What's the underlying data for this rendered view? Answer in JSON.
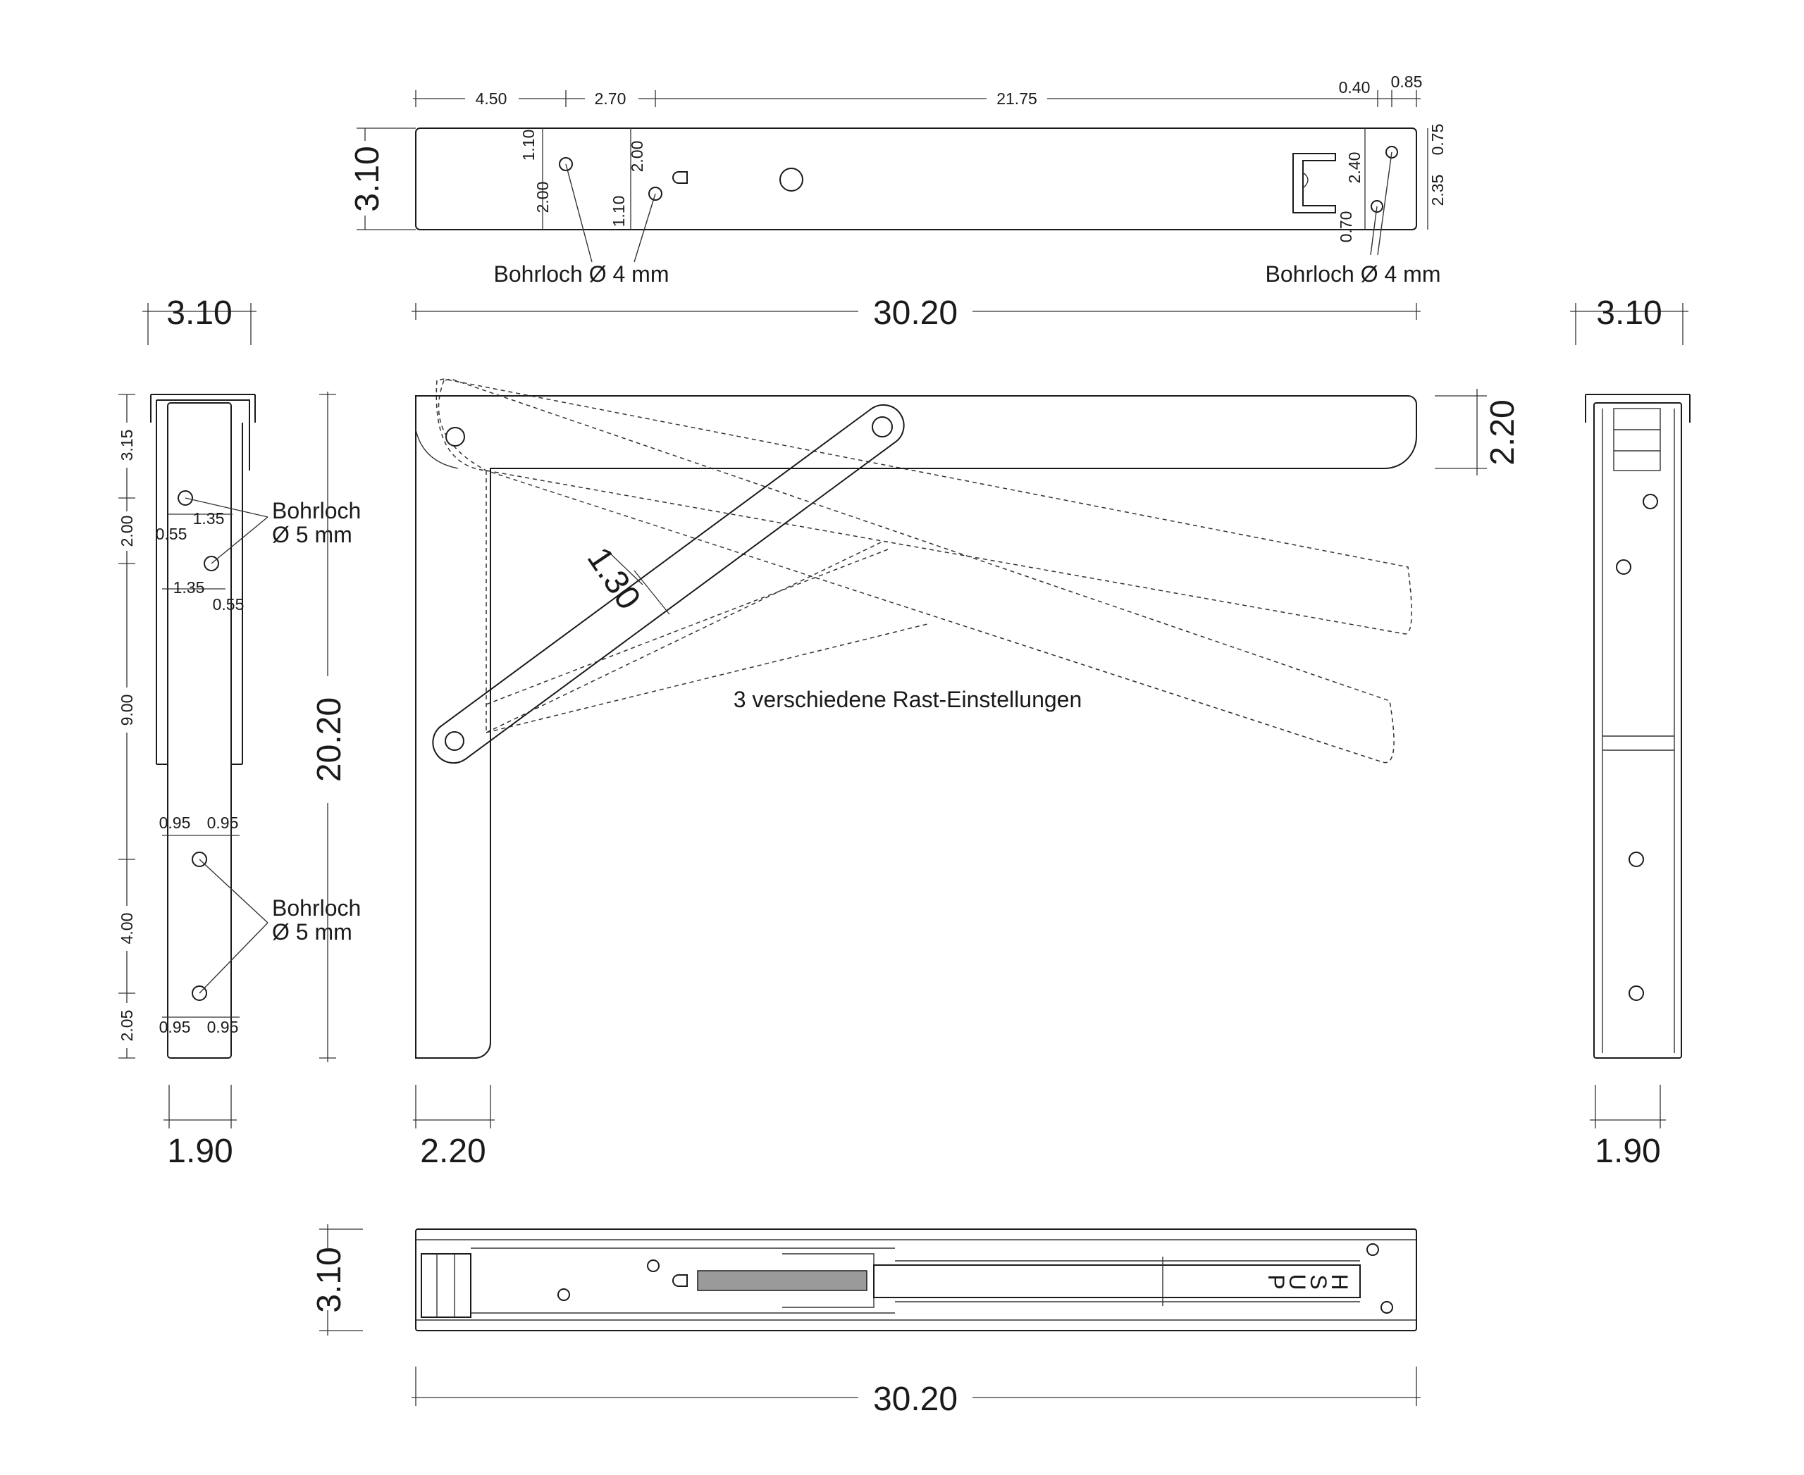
{
  "top_view": {
    "dims_top": [
      "4.50",
      "2.70",
      "21.75",
      "0.40",
      "0.85"
    ],
    "height": "3.10",
    "hole_dims_left": [
      "1.10",
      "2.00",
      "2.00",
      "1.10"
    ],
    "hole_dims_right": [
      "2.40",
      "0.70",
      "0.75",
      "2.35"
    ],
    "hole_label_left": "Bohrloch Ø 4 mm",
    "hole_label_right": "Bohrloch Ø 4 mm",
    "width": "30.20"
  },
  "left_view": {
    "width_top": "3.10",
    "width_bottom": "1.90",
    "side_dims": [
      "3.15",
      "2.00",
      "9.00",
      "4.00",
      "2.05"
    ],
    "hole_offsets_a": [
      "1.35",
      "0.55",
      "1.35",
      "0.55"
    ],
    "hole_offsets_b": [
      "0.95",
      "0.95",
      "0.95",
      "0.95"
    ],
    "hole_label_upper": [
      "Bohrloch",
      "Ø 5 mm"
    ],
    "hole_label_lower": [
      "Bohrloch",
      "Ø 5 mm"
    ],
    "height": "20.20"
  },
  "front_view": {
    "arm_thickness": "2.20",
    "leg_width": "2.20",
    "brace_width": "1.30",
    "note": "3 verschiedene Rast-Einstellungen"
  },
  "right_view": {
    "width_top": "3.10",
    "width_bottom": "1.90"
  },
  "bottom_view": {
    "height": "3.10",
    "width": "30.20",
    "push_label": [
      "P",
      "U",
      "S",
      "H"
    ]
  }
}
